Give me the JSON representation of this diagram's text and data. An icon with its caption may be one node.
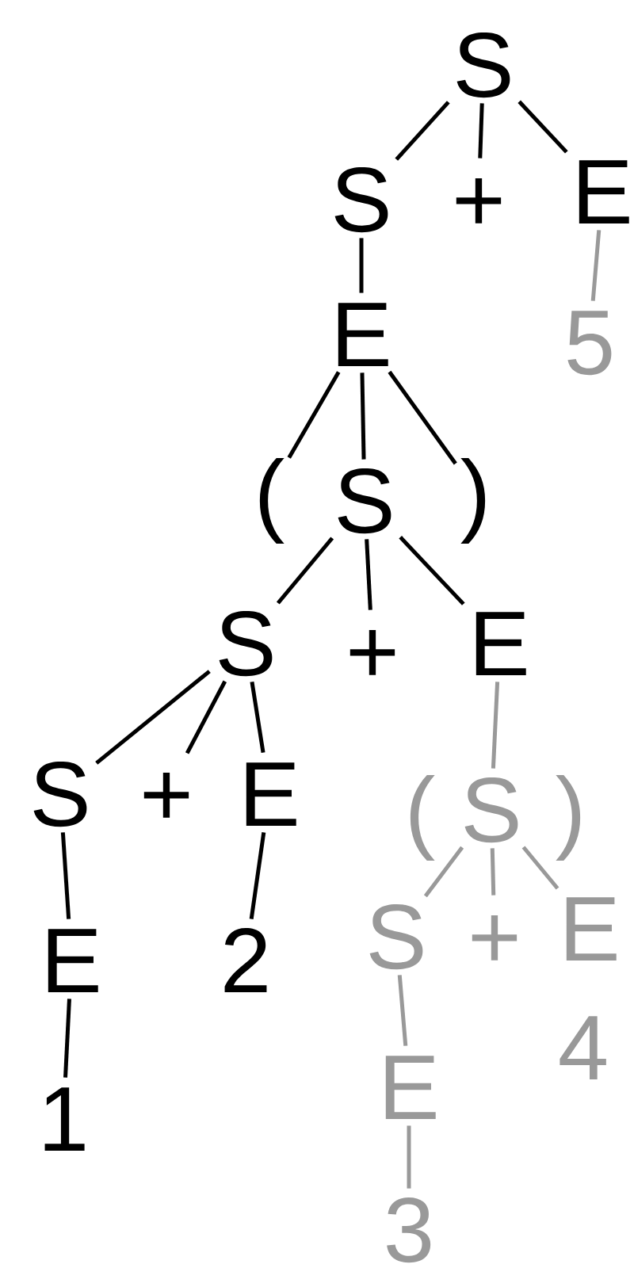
{
  "diagram": {
    "nodes": [
      {
        "text": [
          "S"
        ]
      },
      {
        "text": [
          "S"
        ]
      },
      {
        "text": [
          "+"
        ]
      },
      {
        "text": [
          "E"
        ]
      },
      {
        "text": [
          "5"
        ]
      },
      {
        "text": [
          "E"
        ]
      },
      {
        "text": [
          "("
        ]
      },
      {
        "text": [
          "S"
        ]
      },
      {
        "text": [
          ")"
        ]
      },
      {
        "text": [
          "S"
        ]
      },
      {
        "text": [
          "+"
        ]
      },
      {
        "text": [
          "E"
        ]
      },
      {
        "text": [
          "S"
        ]
      },
      {
        "text": [
          "+"
        ]
      },
      {
        "text": [
          "E"
        ]
      },
      {
        "text": [
          "("
        ]
      },
      {
        "text": [
          "S"
        ]
      },
      {
        "text": [
          ")"
        ]
      },
      {
        "text": [
          "S"
        ]
      },
      {
        "text": [
          "+"
        ]
      },
      {
        "text": [
          "E"
        ]
      },
      {
        "text": [
          "E"
        ]
      },
      {
        "text": [
          "2"
        ]
      },
      {
        "text": [
          "4"
        ]
      },
      {
        "text": [
          "E"
        ]
      },
      {
        "text": [
          "1"
        ]
      },
      {
        "text": [
          "3"
        ]
      }
    ],
    "edges": [
      {
        "from": 0,
        "to": 1,
        "arrow": "none"
      },
      {
        "from": 0,
        "to": 2,
        "arrow": "none"
      },
      {
        "from": 0,
        "to": 3,
        "arrow": "none"
      },
      {
        "from": 3,
        "to": 4,
        "arrow": "none",
        "color": "#999999"
      },
      {
        "from": 1,
        "to": 5,
        "arrow": "none"
      },
      {
        "from": 5,
        "to": 6,
        "arrow": "none"
      },
      {
        "from": 5,
        "to": 7,
        "arrow": "none"
      },
      {
        "from": 5,
        "to": 8,
        "arrow": "none"
      },
      {
        "from": 7,
        "to": 9,
        "arrow": "none"
      },
      {
        "from": 7,
        "to": 10,
        "arrow": "none"
      },
      {
        "from": 7,
        "to": 11,
        "arrow": "none"
      },
      {
        "from": 9,
        "to": 12,
        "arrow": "none"
      },
      {
        "from": 9,
        "to": 13,
        "arrow": "none"
      },
      {
        "from": 9,
        "to": 14,
        "arrow": "none"
      },
      {
        "from": 12,
        "to": 21,
        "arrow": "none"
      },
      {
        "from": 21,
        "to": 25,
        "arrow": "none"
      },
      {
        "from": 14,
        "to": 22,
        "arrow": "none"
      },
      {
        "from": 11,
        "to": 16,
        "arrow": "none",
        "color": "#999999"
      },
      {
        "from": 16,
        "to": 18,
        "arrow": "none",
        "color": "#999999"
      },
      {
        "from": 16,
        "to": 19,
        "arrow": "none",
        "color": "#999999"
      },
      {
        "from": 16,
        "to": 20,
        "arrow": "none",
        "color": "#999999"
      },
      {
        "from": 18,
        "to": 24,
        "arrow": "none",
        "color": "#999999"
      },
      {
        "from": 24,
        "to": 26,
        "arrow": "none",
        "color": "#999999"
      }
    ]
  }
}
